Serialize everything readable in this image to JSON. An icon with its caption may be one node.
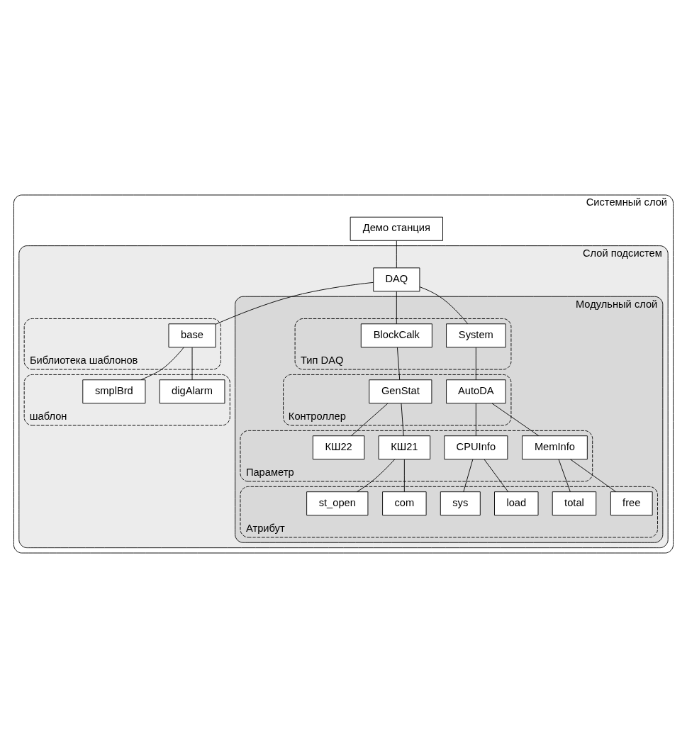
{
  "diagram": {
    "nodes": [
      {
        "text": [
          "Системный слой"
        ]
      },
      {
        "text": [
          "Демо станция"
        ],
        "in": 0
      },
      {
        "text": [
          "Слой подсистем"
        ],
        "in": 0
      },
      {
        "text": [
          "DAQ"
        ],
        "in": 2
      },
      {
        "text": [
          "Библиотека шаблонов"
        ],
        "in": 2
      },
      {
        "text": [
          "base"
        ],
        "in": 4
      },
      {
        "text": [
          "шаблон"
        ],
        "in": 2
      },
      {
        "text": [
          "digAlarm"
        ],
        "in": 6
      },
      {
        "text": [
          "smplBrd"
        ],
        "in": 6
      },
      {
        "text": [
          "Модульный слой"
        ],
        "in": 2
      },
      {
        "text": [
          "Тип DAQ"
        ],
        "in": 9
      },
      {
        "text": [
          "System"
        ],
        "in": 10
      },
      {
        "text": [
          "BlockCalk"
        ],
        "in": 10
      },
      {
        "text": [
          "Контроллер"
        ],
        "in": 9
      },
      {
        "text": [
          "AutoDA"
        ],
        "in": 13
      },
      {
        "text": [
          "GenStat"
        ],
        "in": 13
      },
      {
        "text": [
          "Параметр"
        ],
        "in": 9
      },
      {
        "text": [
          "MemInfo"
        ],
        "in": 16
      },
      {
        "text": [
          "CPUInfo"
        ],
        "in": 16
      },
      {
        "text": [
          "КШ21"
        ],
        "in": 16
      },
      {
        "text": [
          "КШ22"
        ],
        "in": 16
      },
      {
        "text": [
          "Атрибут"
        ],
        "in": 9
      },
      {
        "text": [
          "free"
        ],
        "in": 21
      },
      {
        "text": [
          "total"
        ],
        "in": 21
      },
      {
        "text": [
          "load"
        ],
        "in": 21
      },
      {
        "text": [
          "sys"
        ],
        "in": 21
      },
      {
        "text": [
          "com"
        ],
        "in": 21
      },
      {
        "text": [
          "st_open"
        ],
        "in": 21
      }
    ],
    "edges": [
      {
        "from": 1,
        "to": 3,
        "arrow": "none"
      },
      {
        "from": 3,
        "to": 5,
        "arrow": "none"
      },
      {
        "from": 5,
        "to": 7,
        "arrow": "none"
      },
      {
        "from": 5,
        "to": 8,
        "arrow": "none"
      },
      {
        "from": 3,
        "to": 11,
        "arrow": "none"
      },
      {
        "from": 3,
        "to": 12,
        "arrow": "none"
      },
      {
        "from": 11,
        "to": 14,
        "arrow": "none"
      },
      {
        "from": 12,
        "to": 15,
        "arrow": "none"
      },
      {
        "from": 14,
        "to": 17,
        "arrow": "none"
      },
      {
        "from": 14,
        "to": 18,
        "arrow": "none"
      },
      {
        "from": 15,
        "to": 19,
        "arrow": "none"
      },
      {
        "from": 15,
        "to": 20,
        "arrow": "none"
      },
      {
        "from": 17,
        "to": 22,
        "arrow": "none"
      },
      {
        "from": 17,
        "to": 23,
        "arrow": "none"
      },
      {
        "from": 18,
        "to": 24,
        "arrow": "none"
      },
      {
        "from": 18,
        "to": 25,
        "arrow": "none"
      },
      {
        "from": 19,
        "to": 26,
        "arrow": "none"
      },
      {
        "from": 19,
        "to": 27,
        "arrow": "none"
      }
    ]
  }
}
